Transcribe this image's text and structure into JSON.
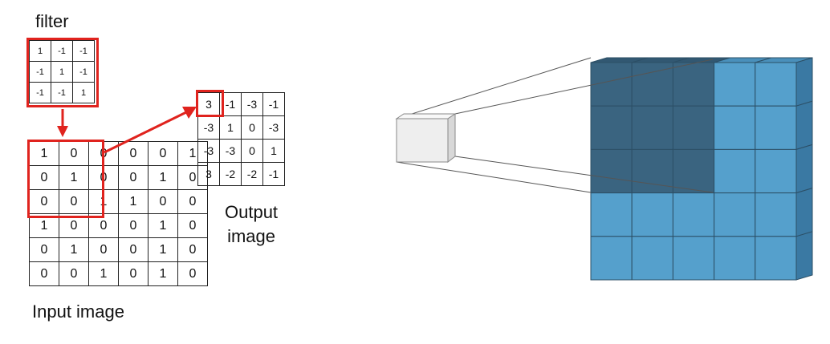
{
  "filter": {
    "label": "filter",
    "rows": [
      [
        "1",
        "-1",
        "-1"
      ],
      [
        "-1",
        "1",
        "-1"
      ],
      [
        "-1",
        "-1",
        "1"
      ]
    ]
  },
  "input": {
    "label": "Input image",
    "rows": [
      [
        "1",
        "0",
        "0",
        "0",
        "0",
        "1"
      ],
      [
        "0",
        "1",
        "0",
        "0",
        "1",
        "0"
      ],
      [
        "0",
        "0",
        "1",
        "1",
        "0",
        "0"
      ],
      [
        "1",
        "0",
        "0",
        "0",
        "1",
        "0"
      ],
      [
        "0",
        "1",
        "0",
        "0",
        "1",
        "0"
      ],
      [
        "0",
        "0",
        "1",
        "0",
        "1",
        "0"
      ]
    ]
  },
  "output": {
    "label_line1": "Output",
    "label_line2": "image",
    "rows": [
      [
        "3",
        "-1",
        "-3",
        "-1"
      ],
      [
        "-3",
        "1",
        "0",
        "-3"
      ],
      [
        "-3",
        "-3",
        "0",
        "1"
      ],
      [
        "3",
        "-2",
        "-2",
        "-1"
      ]
    ]
  },
  "colors": {
    "highlight": "#e0231e",
    "grid_line": "#222222",
    "cube_front_light": "#55a0cc",
    "cube_front_dark": "#3a6480",
    "cube_top_light": "#4a90bb",
    "cube_top_dark": "#325872",
    "cube_side": "#3a79a3",
    "filter_cube_front": "#eeeeee",
    "filter_cube_top": "#f8f8f8",
    "filter_cube_side": "#d8d8d8"
  }
}
